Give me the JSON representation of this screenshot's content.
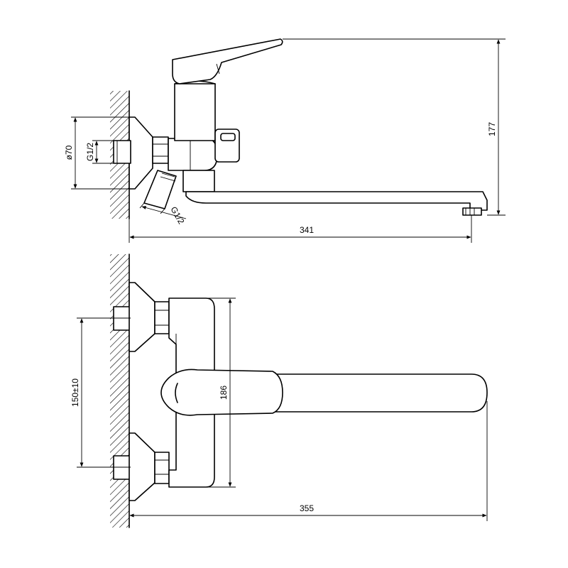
{
  "dimensions": {
    "height_total": "177",
    "length_side": "341",
    "length_top": "355",
    "flange_diameter": "ø70",
    "thread_left": "G1/2",
    "thread_angled": "G1/2",
    "height_body": "186",
    "eccentric_spacing": "150±10"
  },
  "colors": {
    "line": "#000000",
    "background": "#ffffff"
  }
}
